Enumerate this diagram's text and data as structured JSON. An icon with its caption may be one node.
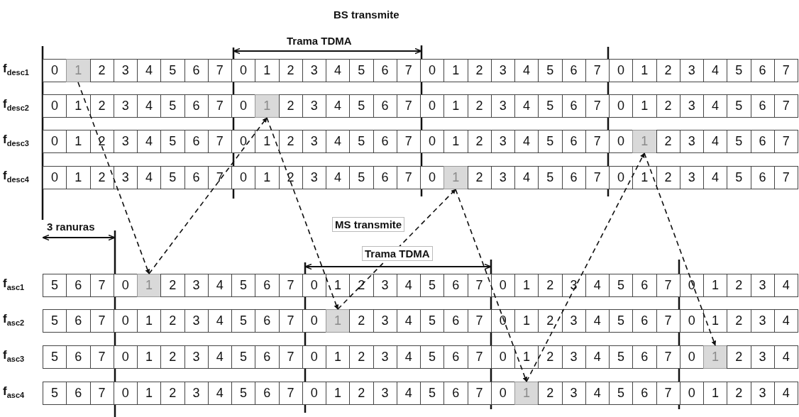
{
  "diagram": {
    "nodes": [
      {
        "text": [
          "1"
        ]
      },
      {
        "text": [
          "1"
        ]
      },
      {
        "text": [
          "1"
        ]
      },
      {
        "text": [
          "1"
        ]
      },
      {
        "text": [
          "1"
        ]
      },
      {
        "text": [
          "1"
        ]
      },
      {
        "text": [
          "1"
        ]
      },
      {
        "text": [
          "1"
        ]
      }
    ],
    "edges": [
      {
        "from": 0,
        "to": 4,
        "arrow": "to",
        "style": "dashed"
      },
      {
        "from": 4,
        "to": 1,
        "arrow": "to",
        "style": "dashed"
      },
      {
        "from": 1,
        "to": 5,
        "arrow": "to",
        "style": "dashed"
      },
      {
        "from": 5,
        "to": 3,
        "arrow": "to",
        "style": "dashed"
      },
      {
        "from": 3,
        "to": 7,
        "arrow": "to",
        "style": "dashed"
      },
      {
        "from": 7,
        "to": 2,
        "arrow": "to",
        "style": "dashed"
      },
      {
        "from": 2,
        "to": 6,
        "arrow": "to",
        "style": "dashed"
      }
    ],
    "labels": [
      "BS transmite",
      "Trama TDMA",
      "f$_{desc1}$",
      "0",
      "2",
      "3",
      "4",
      "5",
      "6",
      "7",
      "0",
      "1",
      "2",
      "3",
      "4",
      "5",
      "6",
      "7",
      "0",
      "1",
      "2",
      "3",
      "4",
      "5",
      "6",
      "7",
      "0",
      "1",
      "2",
      "3",
      "4",
      "5",
      "6",
      "7",
      "f$_{desc2}$",
      "0",
      "1",
      "2",
      "3",
      "4",
      "5",
      "6",
      "7",
      "0",
      "2",
      "3",
      "4",
      "5",
      "6",
      "7",
      "0",
      "1",
      "2",
      "3",
      "4",
      "5",
      "6",
      "7",
      "0",
      "1",
      "2",
      "3",
      "4",
      "5",
      "6",
      "7",
      "f$_{desc3}$",
      "0",
      "1",
      "2",
      "3",
      "4",
      "5",
      "6",
      "7",
      "0",
      "1",
      "2",
      "3",
      "4",
      "5",
      "6",
      "7",
      "0",
      "1",
      "2",
      "3",
      "4",
      "5",
      "6",
      "7",
      "0",
      "2",
      "3",
      "4",
      "5",
      "6",
      "7",
      "f$_{desc4}$",
      "0",
      "1",
      "2",
      "3",
      "4",
      "5",
      "6",
      "7",
      "0",
      "1",
      "2",
      "3",
      "4",
      "5",
      "6",
      "7",
      "0",
      "2",
      "3",
      "4",
      "5",
      "6",
      "7",
      "0",
      "1",
      "2",
      "3",
      "4",
      "5",
      "6",
      "7",
      "3 ranuras",
      "MS transmite",
      "Trama TDMA",
      "f$_{asc1}$",
      "5",
      "6",
      "7",
      "0",
      "2",
      "3",
      "4",
      "5",
      "6",
      "7",
      "0",
      "1",
      "2",
      "3",
      "4",
      "5",
      "6",
      "7",
      "0",
      "1",
      "2",
      "3",
      "4",
      "5",
      "6",
      "7",
      "0",
      "1",
      "2",
      "3",
      "4",
      "f$_{asc2}$",
      "5",
      "6",
      "7",
      "0",
      "1",
      "2",
      "3",
      "4",
      "5",
      "6",
      "7",
      "0",
      "2",
      "3",
      "4",
      "5",
      "6",
      "7",
      "0",
      "1",
      "2",
      "3",
      "4",
      "5",
      "6",
      "7",
      "0",
      "1",
      "2",
      "3",
      "4",
      "f$_{asc3}$",
      "5",
      "6",
      "7",
      "0",
      "1",
      "2",
      "3",
      "4",
      "5",
      "6",
      "7",
      "0",
      "1",
      "2",
      "3",
      "4",
      "5",
      "6",
      "7",
      "0",
      "1",
      "2",
      "3",
      "4",
      "5",
      "6",
      "7",
      "0",
      "2",
      "3",
      "4",
      "f$_{asc4}$",
      "5",
      "6",
      "7",
      "0",
      "1",
      "2",
      "3",
      "4",
      "5",
      "6",
      "7",
      "0",
      "1",
      "2",
      "3",
      "4",
      "5",
      "6",
      "7",
      "0",
      "2",
      "3",
      "4",
      "5",
      "6",
      "7",
      "0",
      "1",
      "2",
      "3",
      "4"
    ]
  }
}
